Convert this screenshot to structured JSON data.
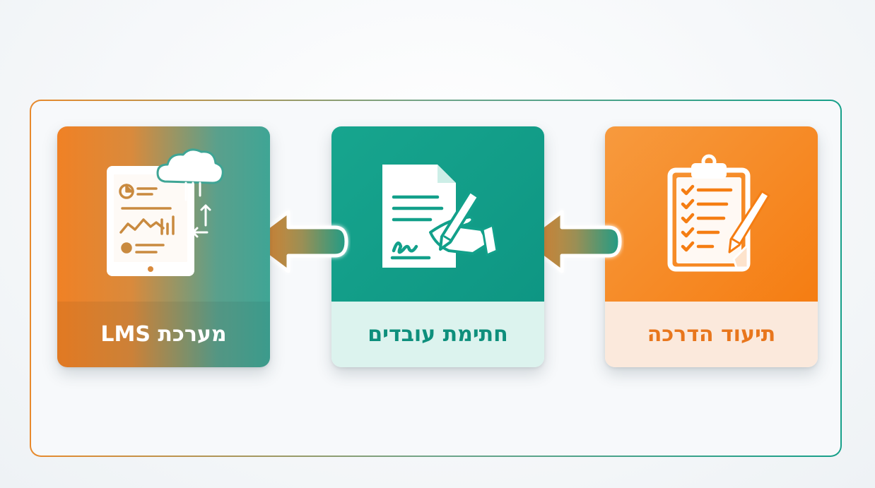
{
  "diagram": {
    "steps": [
      {
        "id": "training",
        "label": "תיעוד הדרכה",
        "icon": "clipboard-checklist-icon",
        "color": "#f5821f"
      },
      {
        "id": "signature",
        "label": "חתימת עובדים",
        "icon": "signing-document-icon",
        "color": "#12a08a"
      },
      {
        "id": "lms",
        "label": "מערכת LMS",
        "icon": "tablet-cloud-dashboard-icon",
        "color": "#3fa595"
      }
    ],
    "flow_direction": "right-to-left"
  }
}
